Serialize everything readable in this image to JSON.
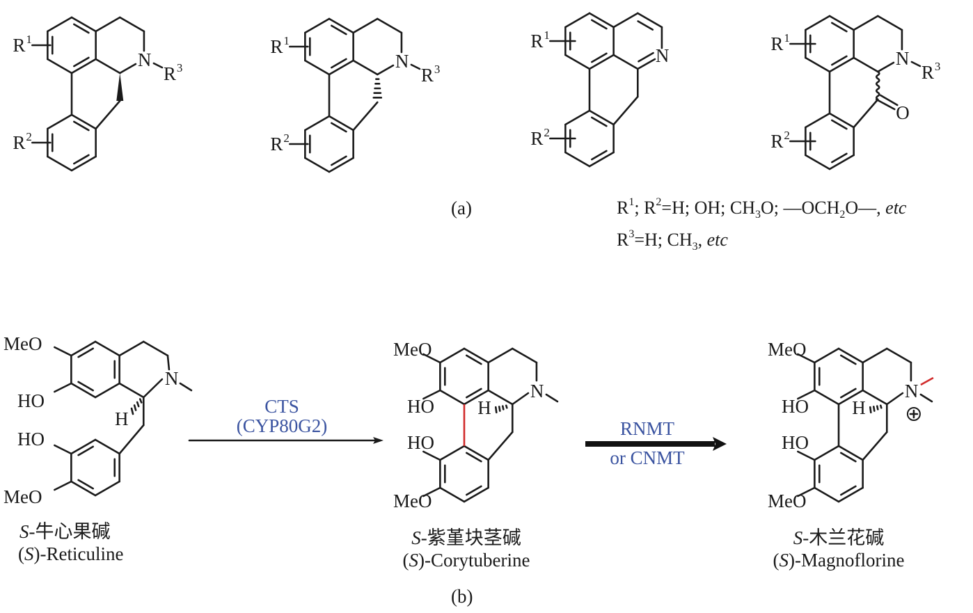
{
  "figure": {
    "panel_a": {
      "label": "(a)",
      "structures": [
        {
          "id": "aporphine-6aS",
          "substituents": [
            "R1",
            "R2",
            "R3"
          ],
          "stereo": "wedge",
          "atoms": [
            "N"
          ]
        },
        {
          "id": "aporphine-6aR",
          "substituents": [
            "R1",
            "R2",
            "R3"
          ],
          "stereo": "hash",
          "atoms": [
            "N"
          ]
        },
        {
          "id": "dehydroaporphine",
          "substituents": [
            "R1",
            "R2"
          ],
          "stereo": "none",
          "atoms": [
            "N"
          ]
        },
        {
          "id": "oxoaporphine",
          "substituents": [
            "R1",
            "R2",
            "R3"
          ],
          "stereo": "wavy",
          "atoms": [
            "N",
            "O"
          ]
        }
      ],
      "atom_labels": {
        "N": "N",
        "O": "O",
        "R": "R",
        "sup1": "1",
        "sup2": "2",
        "sup3": "3"
      },
      "legend_line1": {
        "r1": "R",
        "r1_sup": "1",
        "sep1": "; R",
        "r2_sup": "2",
        "text_a": "=H; OH; CH",
        "sub3": "3",
        "text_b": "O; —OCH",
        "sub2": "2",
        "text_c": "O—, ",
        "etc": "etc"
      },
      "legend_line2": {
        "r3": "R",
        "r3_sup": "3",
        "text_a": "=H; CH",
        "sub3": "3",
        "text_b": ", ",
        "etc": "etc"
      }
    },
    "panel_b": {
      "label": "(b)",
      "atom_labels": {
        "MeO": "MeO",
        "HO": "HO",
        "N": "N",
        "H": "H",
        "plus": "+"
      },
      "compounds": [
        {
          "chinese_prefix": "S",
          "chinese_name": "-牛心果碱",
          "english_prefix": "(",
          "english_stereo": "S",
          "english_name": ")-Reticuline"
        },
        {
          "chinese_prefix": "S",
          "chinese_name": "-紫堇块茎碱",
          "english_prefix": "(",
          "english_stereo": "S",
          "english_name": ")-Corytuberine"
        },
        {
          "chinese_prefix": "S",
          "chinese_name": "-木兰花碱",
          "english_prefix": "(",
          "english_stereo": "S",
          "english_name": ")-Magnoflorine"
        }
      ],
      "reactions": [
        {
          "enzyme_line1": "CTS",
          "enzyme_line2": "(CYP80G2)",
          "arrow": "thin"
        },
        {
          "enzyme_line1": "RNMT",
          "enzyme_line2": "or CNMT",
          "arrow": "bold"
        }
      ],
      "highlight_color": "#d12b2b",
      "enzyme_color": "#3a53a0"
    }
  }
}
